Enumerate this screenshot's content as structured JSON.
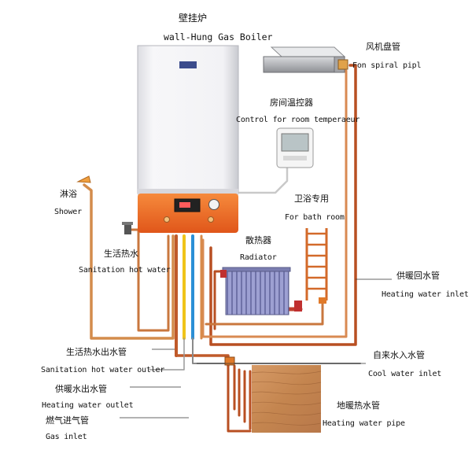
{
  "colors": {
    "boiler_body": "#f4f4f6",
    "boiler_panel": "#f26b1f",
    "pipe_red": "#c05a2a",
    "pipe_orange": "#d8884a",
    "pipe_yellow": "#f0c419",
    "pipe_blue": "#2b8fd6",
    "floor_wood": "#c98c5a",
    "radiator": "#8f93c8"
  },
  "labels": {
    "boiler_cn": "壁挂炉",
    "boiler_en": "wall-Hung Gas Boiler",
    "fan_cn": "风机盘管",
    "fan_en": "Fon spiral pipl",
    "control_cn": "房间温控器",
    "control_en": "Control for room temperaeur",
    "shower_cn": "淋浴",
    "shower_en": "Shower",
    "bath_cn": "卫浴专用",
    "bath_en": "For bath room",
    "sanit_cn": "生活热水",
    "sanit_en": "Sanitation hot water",
    "radiator_cn": "散热器",
    "radiator_en": "Radiator",
    "heat_inlet_cn": "供暖回水管",
    "heat_inlet_en": "Heating water inlet",
    "sanit_out_cn": "生活热水出水管",
    "sanit_out_en": "Sanitation hot water outler",
    "cool_cn": "自来水入水管",
    "cool_en": "Cool water inlet",
    "heat_out_cn": "供暖水出水管",
    "heat_out_en": "Heating water outlet",
    "gas_cn": "燃气进气管",
    "gas_en": "Gas inlet",
    "floor_cn": "地暖热水管",
    "floor_en": "Heating water pipe"
  }
}
